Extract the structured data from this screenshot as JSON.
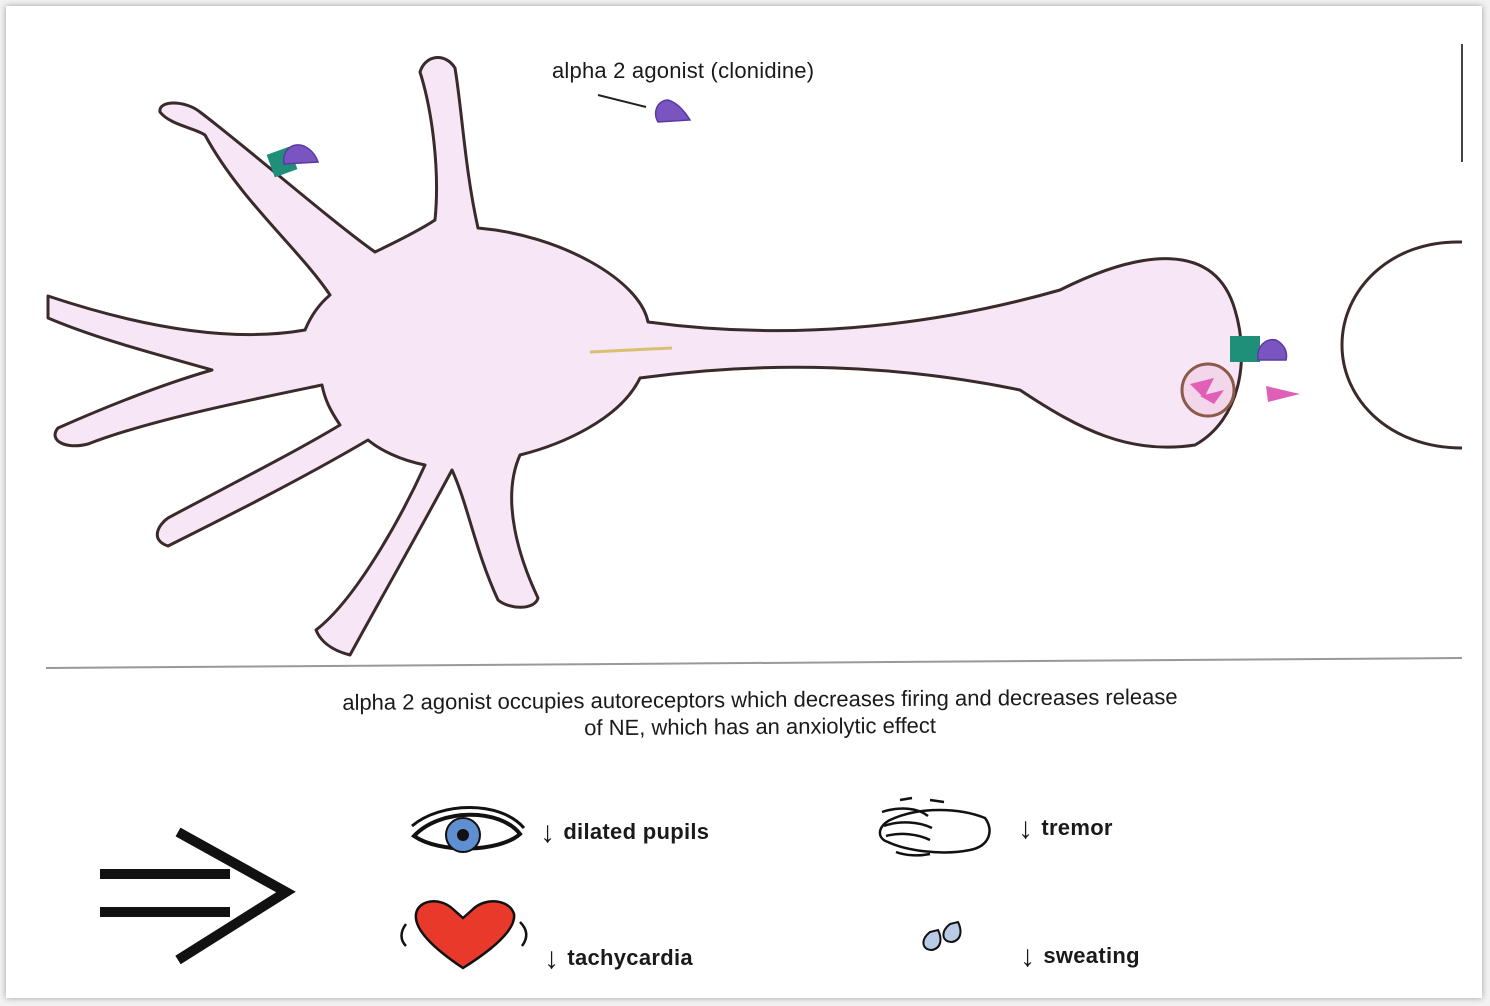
{
  "drug_label": "alpha 2 agonist (clonidine)",
  "caption": {
    "line1": "alpha 2 agonist occupies autoreceptors which decreases firing and decreases release",
    "line2": "of NE, which has an anxiolytic effect"
  },
  "effects": {
    "pupils": {
      "arrow": "↓",
      "text": "dilated pupils",
      "icon": "eye-icon"
    },
    "tremor": {
      "arrow": "↓",
      "text": "tremor",
      "icon": "hand-icon"
    },
    "tachycardia": {
      "arrow": "↓",
      "text": "tachycardia",
      "icon": "heart-icon"
    },
    "sweating": {
      "arrow": "↓",
      "text": "sweating",
      "icon": "sweat-drops-icon"
    }
  },
  "colors": {
    "neuron_fill": "#f7e6f5",
    "outline": "#3a2a2a",
    "drug_purple": "#7a55c2",
    "receptor_teal": "#1f8f7a",
    "ne_pink": "#e060b8",
    "heart_red": "#e8392b",
    "eye_blue": "#5f8fd0"
  }
}
